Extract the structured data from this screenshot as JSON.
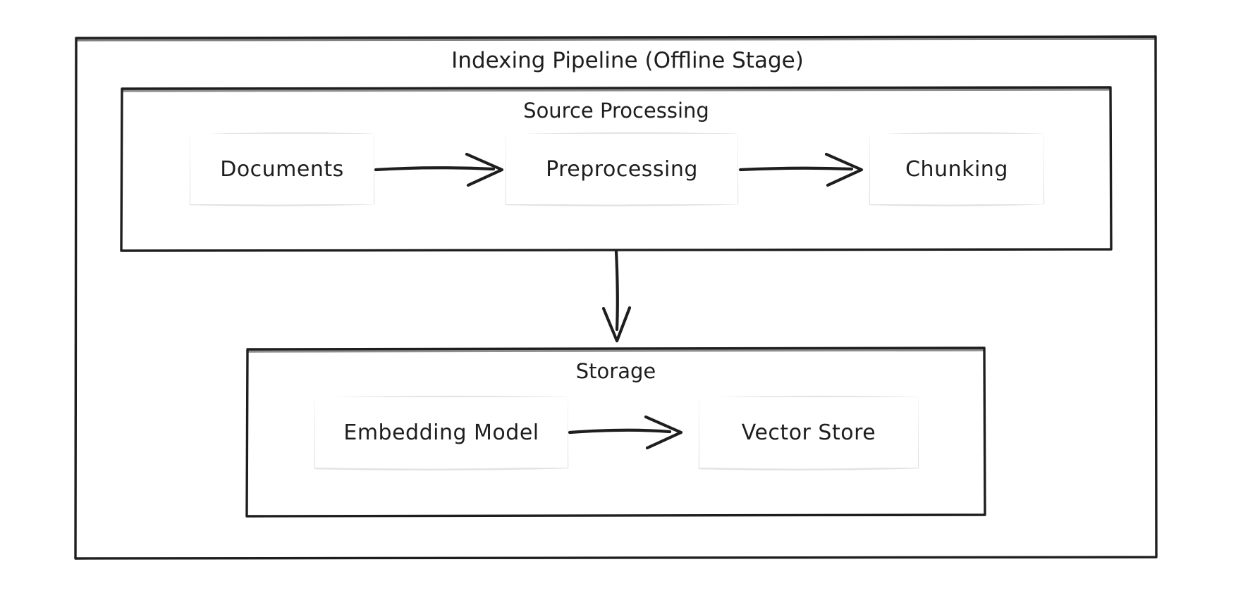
{
  "diagram": {
    "title": "Indexing Pipeline (Offline Stage)",
    "style": {
      "background": "#ffffff",
      "container_stroke": "#1e1e1e",
      "node_stroke": "#e3e3e3",
      "node_fill": "#ffffff",
      "text_color": "#1e1e1e",
      "arrow_color": "#1e1e1e"
    },
    "groups": [
      {
        "id": "source-processing",
        "label": "Source Processing",
        "nodes": [
          {
            "id": "documents",
            "label": "Documents"
          },
          {
            "id": "preprocessing",
            "label": "Preprocessing"
          },
          {
            "id": "chunking",
            "label": "Chunking"
          }
        ]
      },
      {
        "id": "storage",
        "label": "Storage",
        "nodes": [
          {
            "id": "embedding-model",
            "label": "Embedding Model"
          },
          {
            "id": "vector-store",
            "label": "Vector Store"
          }
        ]
      }
    ],
    "edges": [
      {
        "from": "documents",
        "to": "preprocessing",
        "direction": "right"
      },
      {
        "from": "preprocessing",
        "to": "chunking",
        "direction": "right"
      },
      {
        "from": "source-processing",
        "to": "storage",
        "direction": "down"
      },
      {
        "from": "embedding-model",
        "to": "vector-store",
        "direction": "right"
      }
    ]
  }
}
